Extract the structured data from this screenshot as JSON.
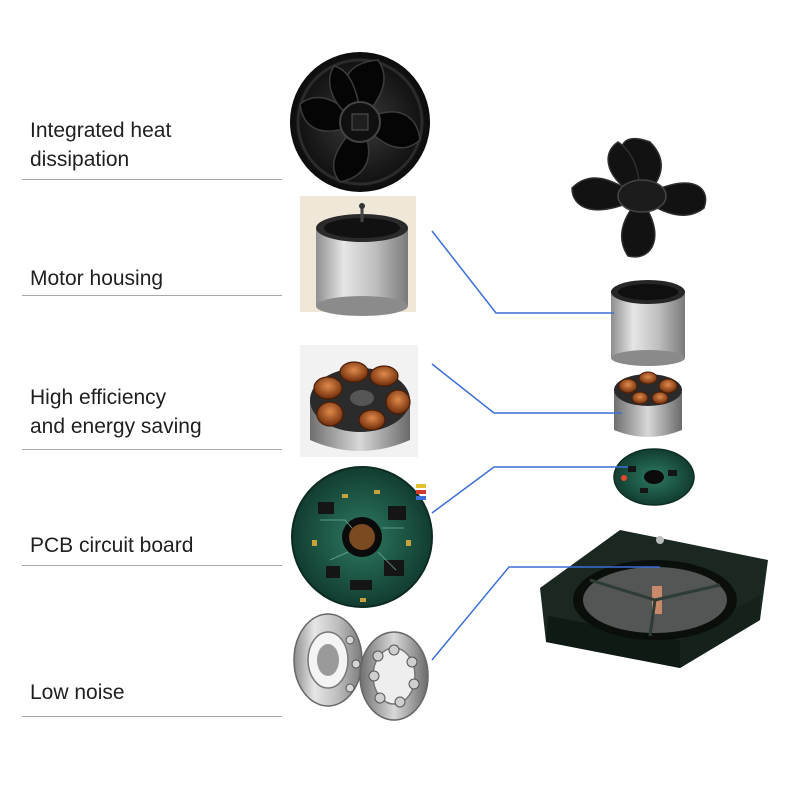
{
  "features": [
    {
      "id": "heat",
      "label": "Integrated heat\ndissipation",
      "icon": "fan-blade-icon"
    },
    {
      "id": "housing",
      "label": "Motor housing",
      "icon": "motor-housing-icon"
    },
    {
      "id": "efficiency",
      "label": "High efficiency\nand energy saving",
      "icon": "stator-coil-icon"
    },
    {
      "id": "pcb",
      "label": "PCB circuit board",
      "icon": "circuit-board-icon"
    },
    {
      "id": "noise",
      "label": "Low noise",
      "icon": "ball-bearing-icon"
    }
  ],
  "colors": {
    "leader_line": "#3b6fd6",
    "divider": "#a8a8a8",
    "fan_black": "#161616",
    "housing_metal": "#c9c9c9",
    "copper": "#b0561d",
    "pcb_green": "#1f5c4a"
  }
}
